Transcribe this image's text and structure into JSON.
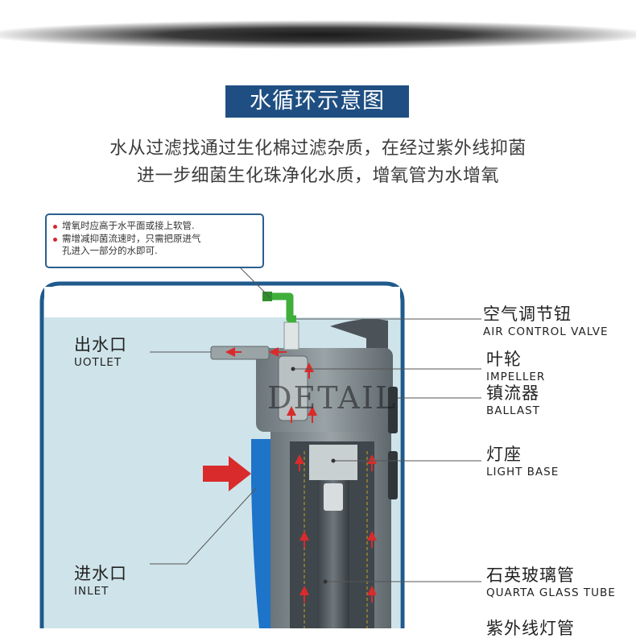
{
  "title": "水循环示意图",
  "intro": [
    "水从过滤找通过生化棉过滤杂质，在经过紫外线抑菌",
    "进一步细菌生化珠净化水质，增氧管为水增氧"
  ],
  "note": {
    "line1": "增氧时应高于水平面或接上软管.",
    "line2": "需增减抑菌流速时，只需把原进气",
    "line3": "孔进入一部分的水即可."
  },
  "labels": {
    "outlet": {
      "zh": "出水口",
      "en": "UOTLET"
    },
    "inlet": {
      "zh": "进水口",
      "en": "INLET"
    },
    "air_valve": {
      "zh": "空气调节钮",
      "en": "AIR CONTROL VALVE"
    },
    "impeller": {
      "zh": "叶轮",
      "en": "IMPELLER"
    },
    "ballast": {
      "zh": "镇流器",
      "en": "BALLAST"
    },
    "light_base": {
      "zh": "灯座",
      "en": "LIGHT BASE"
    },
    "glass_tube": {
      "zh": "石英玻璃管",
      "en": "QUARTA GLASS TUBE"
    },
    "uv_lamp": {
      "zh": "紫外线灯管"
    }
  },
  "watermark": "DETAIL",
  "colors": {
    "title_bg": "#1f4f82",
    "tank_border": "#1f5a8c",
    "water": "#cfe4ea",
    "inlet_blue": "#1e74c8",
    "arrow_red": "#d92b2b",
    "hose_green": "#3fae3a",
    "device_dark": "#4c5358",
    "device_mid": "#8a9396",
    "device_light": "#c9d0d2"
  }
}
